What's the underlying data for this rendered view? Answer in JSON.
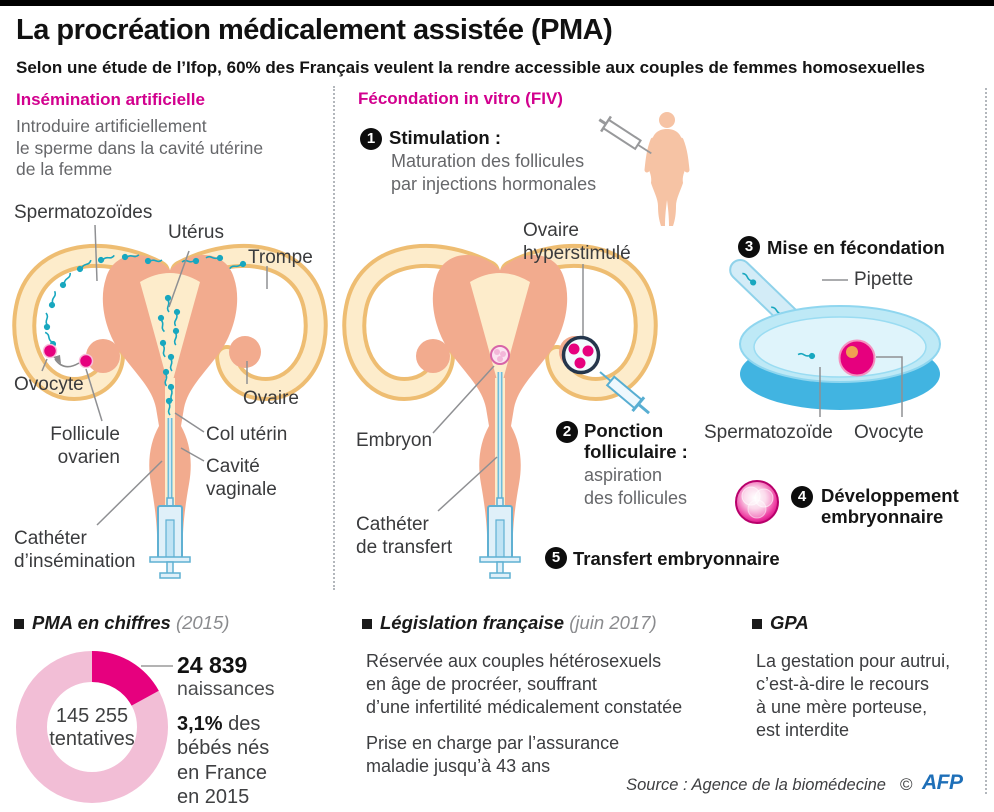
{
  "colors": {
    "magenta_heading": "#d2008e",
    "accent_pink": "#e6007e",
    "pink_light": "#f2bed6",
    "afp_blue": "#1e6fb8"
  },
  "header": {
    "title": "La procréation médicalement assistée (PMA)",
    "subtitle": "Selon une étude de l’Ifop, 60% des Français veulent la rendre accessible aux couples de femmes homosexuelles"
  },
  "insemination": {
    "heading": "Insémination artificielle",
    "description_lines": [
      "Introduire artificiellement",
      "le sperme dans la cavité utérine",
      "de la femme"
    ],
    "labels": {
      "spermatozoides": "Spermatozoïdes",
      "uterus": "Utérus",
      "trompe": "Trompe",
      "ovocyte": "Ovocyte",
      "ovaire": "Ovaire",
      "follicule_lines": [
        "Follicule",
        "ovarien"
      ],
      "col_uterin": "Col utérin",
      "cavite_lines": [
        "Cavité",
        "vaginale"
      ],
      "catheter_lines": [
        "Cathéter",
        "d’insémination"
      ]
    }
  },
  "fiv": {
    "heading": "Fécondation in vitro (FIV)",
    "step1": {
      "num": "1",
      "title": "Stimulation :",
      "body_lines": [
        "Maturation des follicules",
        "par injections hormonales"
      ]
    },
    "step2": {
      "num": "2",
      "title_lines": [
        "Ponction",
        "folliculaire :"
      ],
      "body_lines": [
        "aspiration",
        "des follicules"
      ]
    },
    "step3": {
      "num": "3",
      "title": "Mise en fécondation"
    },
    "step4": {
      "num": "4",
      "title_lines": [
        "Développement",
        "embryonnaire"
      ]
    },
    "step5": {
      "num": "5",
      "title": "Transfert embryonnaire"
    },
    "labels": {
      "ovaire_hyper_lines": [
        "Ovaire",
        "hyperstimulé"
      ],
      "embryon": "Embryon",
      "catheter_lines": [
        "Cathéter",
        "de transfert"
      ],
      "pipette": "Pipette",
      "spermatozoide": "Spermatozoïde",
      "ovocyte": "Ovocyte"
    }
  },
  "stats": {
    "heading": "PMA en chiffres",
    "heading_year": "(2015)",
    "center_value": "145 255",
    "center_label": "tentatives",
    "births_value": "24 839",
    "births_label": "naissances",
    "pct_value": "3,1%",
    "pct_line1_rest": " des",
    "pct_lines": [
      "bébés nés",
      "en France",
      "en 2015"
    ]
  },
  "chart_data": {
    "type": "pie",
    "title": "PMA en chiffres (2015)",
    "labels": [
      "tentatives (total)",
      "naissances"
    ],
    "values": [
      145255,
      24839
    ],
    "colors": [
      "#f2bed6",
      "#e6007e"
    ],
    "center_text": [
      "145 255",
      "tentatives"
    ],
    "annotations": [
      "24 839 naissances",
      "3,1% des bébés nés en France en 2015"
    ]
  },
  "legislation": {
    "heading": "Législation française",
    "heading_date": "(juin 2017)",
    "para1_lines": [
      "Réservée aux couples hétérosexuels",
      "en âge de procréer, souffrant",
      "d’une infertilité médicalement constatée"
    ],
    "para2_lines": [
      "Prise en charge par l’assurance",
      "maladie jusqu’à 43 ans"
    ]
  },
  "gpa": {
    "heading": "GPA",
    "body_lines": [
      "La gestation pour autrui,",
      "c’est-à-dire le recours",
      "à une mère porteuse,",
      "est interdite"
    ]
  },
  "footer": {
    "source": "Source : Agence de la biomédecine",
    "copyright": "©",
    "agency": "AFP"
  }
}
